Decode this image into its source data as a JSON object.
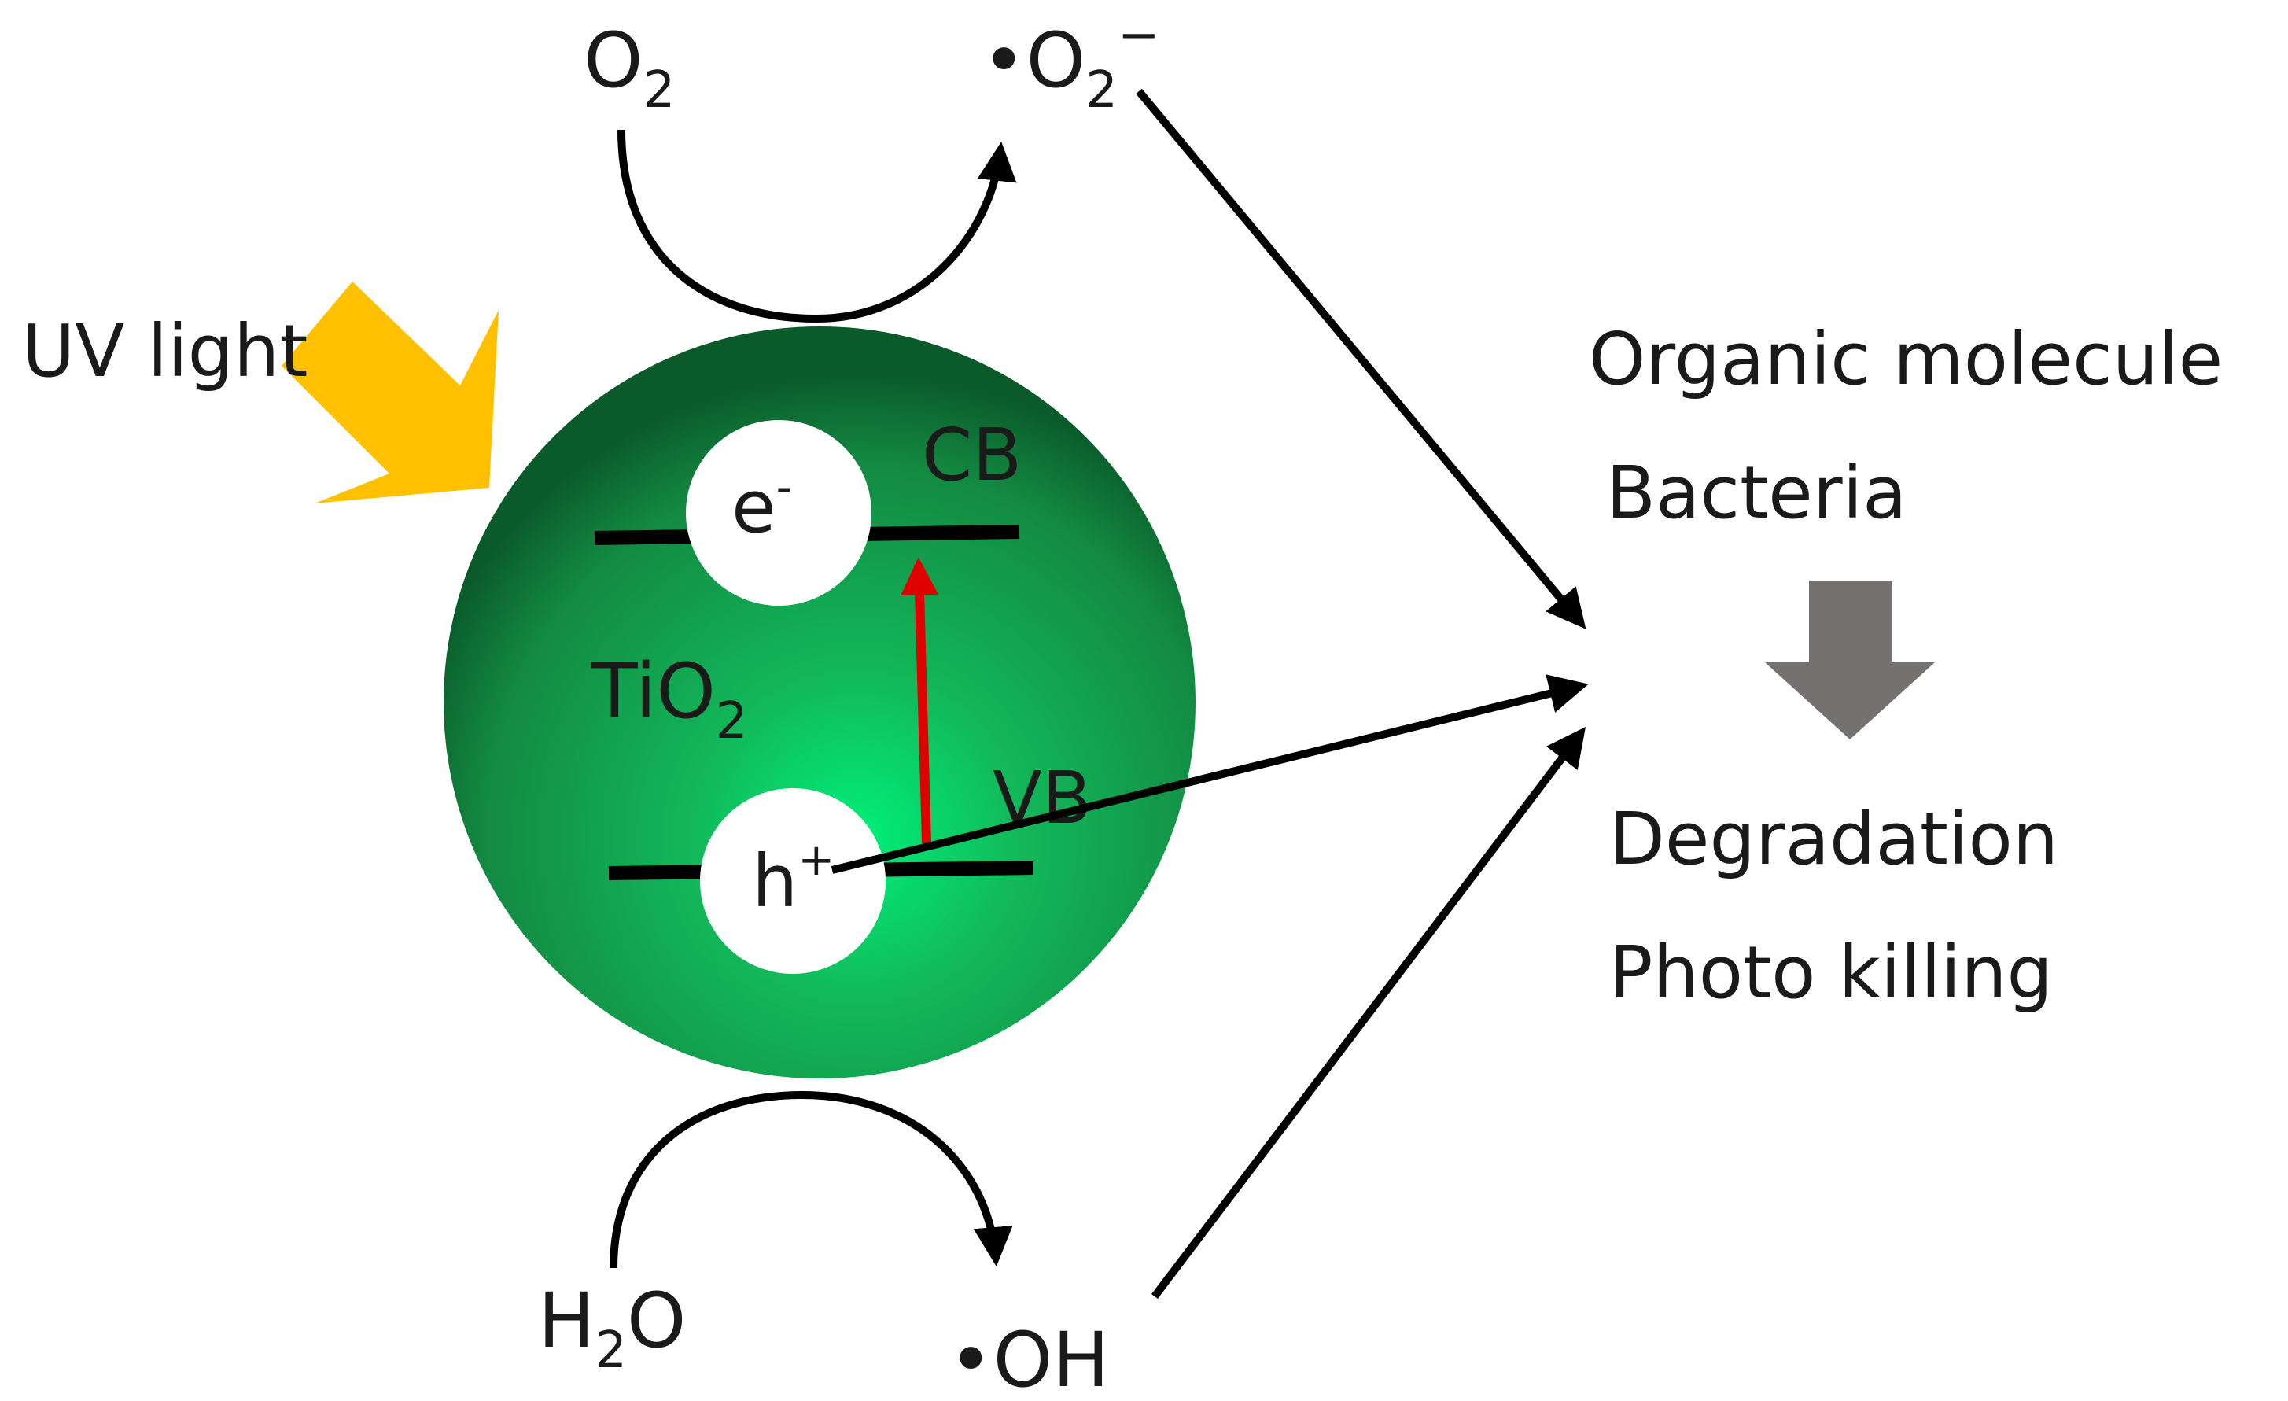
{
  "inputs": {
    "uv_label": "UV light"
  },
  "particle": {
    "material_base": "TiO",
    "material_sub": "2",
    "conduction_band": "CB",
    "valence_band": "VB",
    "electron_base": "e",
    "electron_sup": "-",
    "hole_base": "h",
    "hole_sup": "+"
  },
  "reactions": {
    "o2_base": "O",
    "o2_sub": "2",
    "superoxide_dot": "•",
    "superoxide_base": "O",
    "superoxide_sub": "2",
    "superoxide_sup": "−",
    "water_h": "H",
    "water_sub": "2",
    "water_o": "O",
    "hydroxyl": "•OH"
  },
  "targets": {
    "line1": "Organic molecule",
    "line2": "Bacteria"
  },
  "results": {
    "line1": "Degradation",
    "line2": "Photo killing"
  },
  "colors": {
    "particle_green": "#1a9a4a",
    "particle_highlight": "#00e676",
    "uv_arrow": "#ffc000",
    "excitation_arrow": "#e00000",
    "result_arrow": "#757171",
    "line": "#000000"
  }
}
